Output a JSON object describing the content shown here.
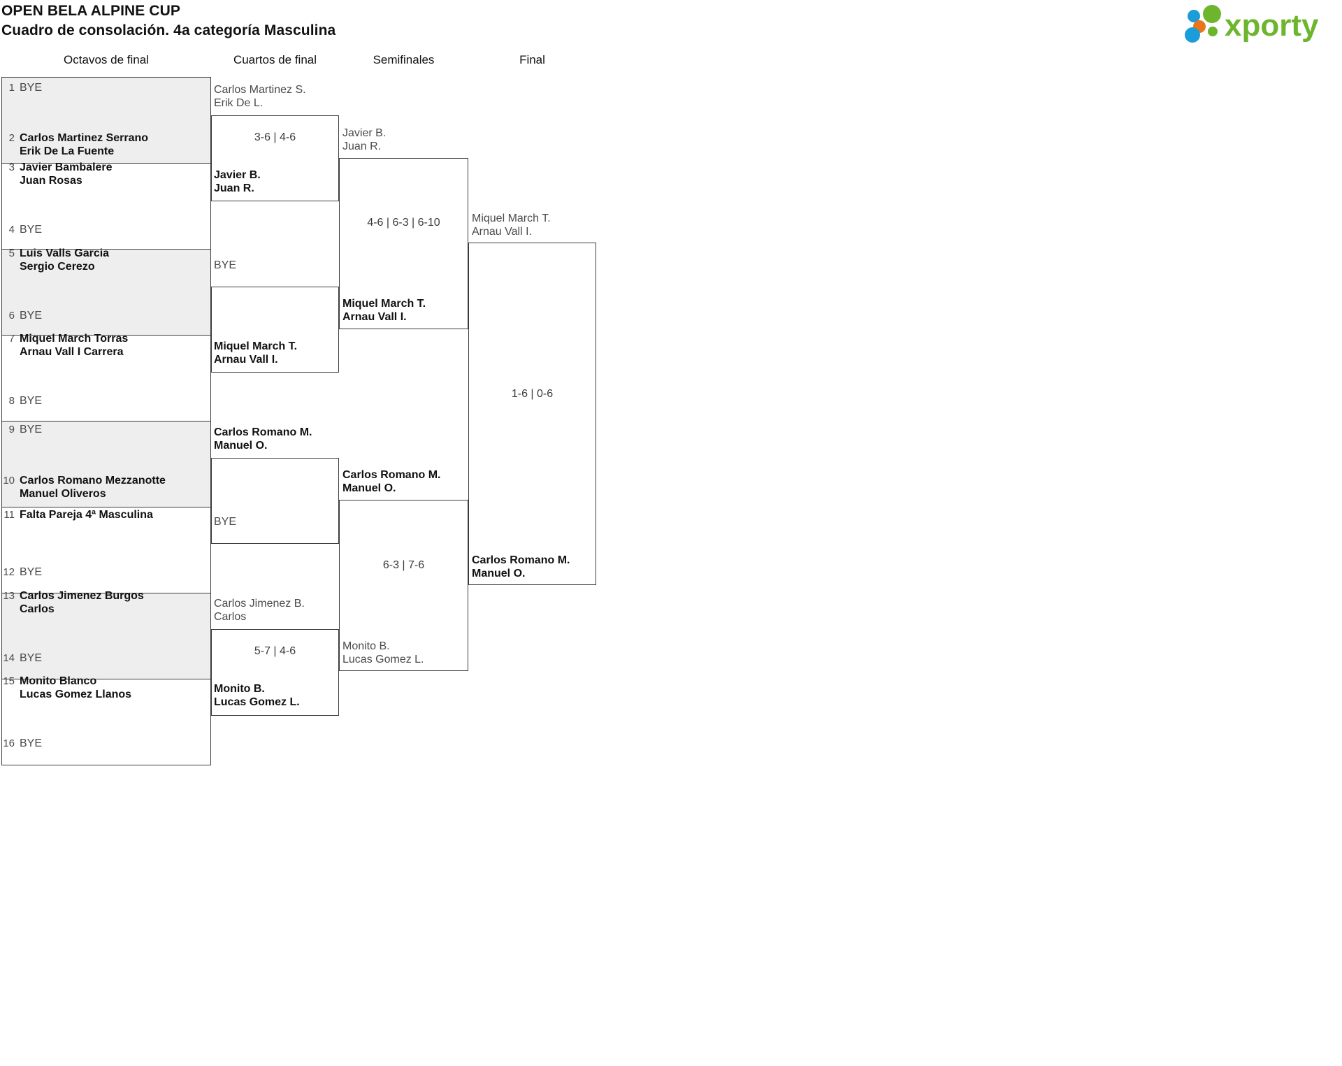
{
  "header": {
    "tournament": "OPEN BELA ALPINE CUP",
    "subtitle": "Cuadro de consolación. 4a categoría Masculina",
    "logo_text": "xporty",
    "logo_colors": {
      "green": "#6cb52d",
      "orange": "#e8751a",
      "blue": "#1b9dd9"
    }
  },
  "rounds": [
    {
      "label": "Octavos de final"
    },
    {
      "label": "Cuartos de final"
    },
    {
      "label": "Semifinales"
    },
    {
      "label": "Final"
    }
  ],
  "round1": [
    {
      "seed": "1",
      "lines": [
        "BYE"
      ],
      "bye": true,
      "shade": true
    },
    {
      "seed": "2",
      "lines": [
        "Carlos Martinez Serrano",
        "Erik De La Fuente"
      ],
      "bye": false,
      "shade": true
    },
    {
      "seed": "3",
      "lines": [
        "Javier Bambalere",
        "Juan Rosas"
      ],
      "bye": false,
      "shade": false
    },
    {
      "seed": "4",
      "lines": [
        "BYE"
      ],
      "bye": true,
      "shade": false
    },
    {
      "seed": "5",
      "lines": [
        "Luis Valls Garcia",
        "Sergio Cerezo"
      ],
      "bye": false,
      "shade": true
    },
    {
      "seed": "6",
      "lines": [
        "BYE"
      ],
      "bye": true,
      "shade": true
    },
    {
      "seed": "7",
      "lines": [
        "Miquel March Torras",
        "Arnau Vall I Carrera"
      ],
      "bye": false,
      "shade": false
    },
    {
      "seed": "8",
      "lines": [
        "BYE"
      ],
      "bye": true,
      "shade": false
    },
    {
      "seed": "9",
      "lines": [
        "BYE"
      ],
      "bye": true,
      "shade": true
    },
    {
      "seed": "10",
      "lines": [
        "Carlos Romano Mezzanotte",
        "Manuel Oliveros"
      ],
      "bye": false,
      "shade": true
    },
    {
      "seed": "11",
      "lines": [
        "Falta Pareja 4ª Masculina"
      ],
      "bye": false,
      "shade": false
    },
    {
      "seed": "12",
      "lines": [
        "BYE"
      ],
      "bye": true,
      "shade": false
    },
    {
      "seed": "13",
      "lines": [
        "Carlos Jimenez Burgos",
        "Carlos"
      ],
      "bye": false,
      "shade": true
    },
    {
      "seed": "14",
      "lines": [
        "BYE"
      ],
      "bye": true,
      "shade": true
    },
    {
      "seed": "15",
      "lines": [
        "Monito Blanco",
        "Lucas Gomez Llanos"
      ],
      "bye": false,
      "shade": false
    },
    {
      "seed": "16",
      "lines": [
        "BYE"
      ],
      "bye": true,
      "shade": false
    }
  ],
  "quarterfinals": [
    {
      "top_entry": {
        "lines": [
          "Carlos Martinez S.",
          "Erik De L."
        ],
        "style": "loser"
      },
      "score": "3-6 | 4-6",
      "bottom_entry": {
        "lines": [
          "Javier B.",
          "Juan R."
        ],
        "style": "winner"
      }
    },
    {
      "top_entry": {
        "lines": [
          "BYE"
        ],
        "style": "loser"
      },
      "score": "",
      "bottom_entry": {
        "lines": [
          "Miquel March T.",
          "Arnau Vall I."
        ],
        "style": "winner"
      }
    },
    {
      "top_entry": {
        "lines": [
          "Carlos Romano M.",
          "Manuel O."
        ],
        "style": "winner"
      },
      "score": "",
      "bottom_entry": {
        "lines": [
          "BYE"
        ],
        "style": "loser"
      }
    },
    {
      "top_entry": {
        "lines": [
          "Carlos Jimenez B.",
          "Carlos"
        ],
        "style": "loser"
      },
      "score": "5-7 | 4-6",
      "bottom_entry": {
        "lines": [
          "Monito B.",
          "Lucas Gomez L."
        ],
        "style": "winner"
      }
    }
  ],
  "semifinals": [
    {
      "top_entry": {
        "lines": [
          "Javier B.",
          "Juan R."
        ],
        "style": "loser"
      },
      "score": "4-6 | 6-3 | 6-10",
      "bottom_entry": {
        "lines": [
          "Miquel March T.",
          "Arnau Vall I."
        ],
        "style": "winner"
      }
    },
    {
      "top_entry": {
        "lines": [
          "Carlos Romano M.",
          "Manuel O."
        ],
        "style": "winner"
      },
      "score": "6-3 | 7-6",
      "bottom_entry": {
        "lines": [
          "Monito B.",
          "Lucas Gomez L."
        ],
        "style": "loser"
      }
    }
  ],
  "final": {
    "top_entry": {
      "lines": [
        "Miquel March T.",
        "Arnau Vall I."
      ],
      "style": "loser"
    },
    "score": "1-6 | 0-6",
    "bottom_entry": {
      "lines": [
        "Carlos Romano M.",
        "Manuel O."
      ],
      "style": "winner"
    }
  }
}
